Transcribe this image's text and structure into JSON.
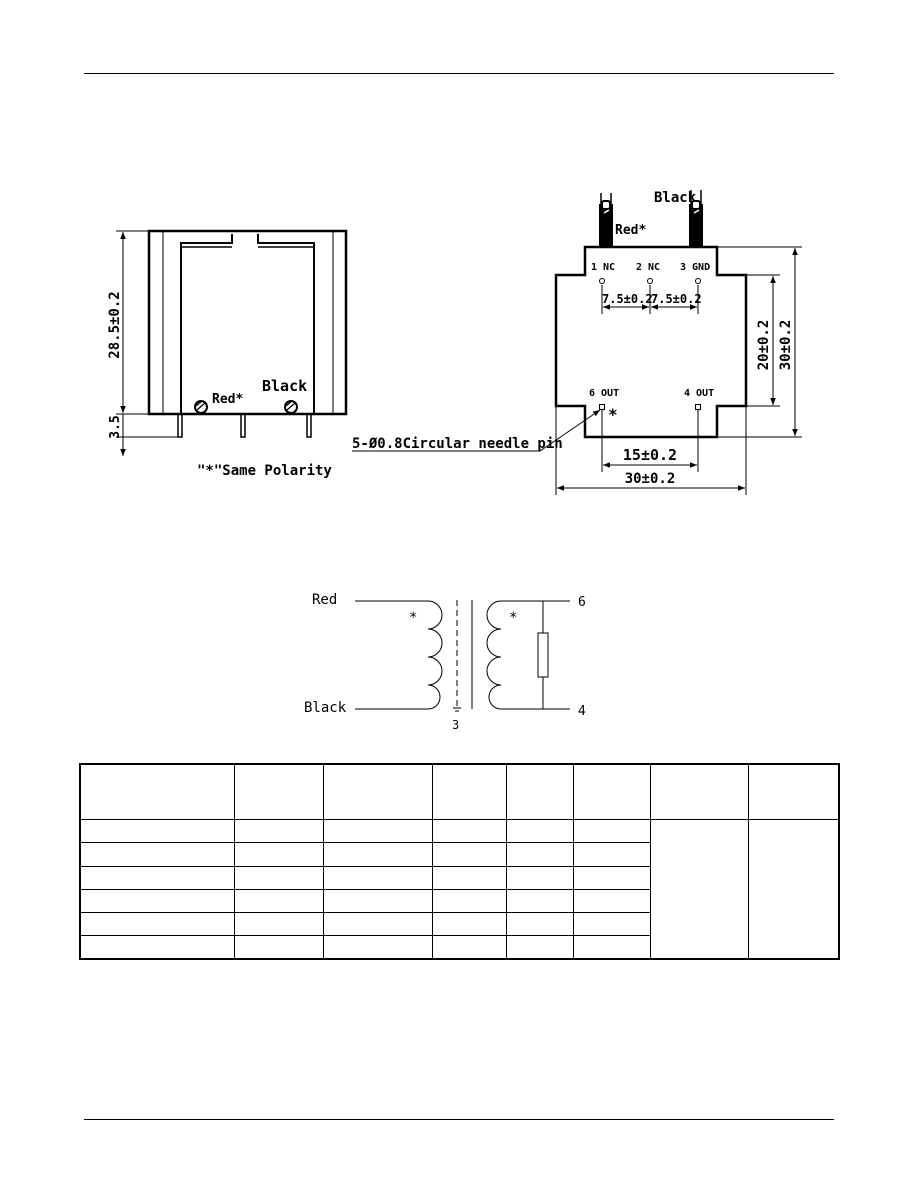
{
  "side_view": {
    "height_dim": "28.5±0.2",
    "pin_dim": "3.5",
    "red_label": "Red*",
    "black_label": "Black",
    "polarity_note": "\"*\"Same Polarity"
  },
  "top_view": {
    "black_label": "Black",
    "red_label": "Red*",
    "pins": [
      {
        "label": "1 NC"
      },
      {
        "label": "2 NC"
      },
      {
        "label": "3 GND"
      },
      {
        "label": "6 OUT"
      },
      {
        "label": "4 OUT"
      }
    ],
    "pitch_1": "7.5±0.2",
    "pitch_2": "7.5±0.2",
    "height_inner": "20±0.2",
    "height_outer": "30±0.2",
    "width_inner": "15±0.2",
    "width_outer": "30±0.2",
    "pin_callout": "5-Ø0.8Circular needle pin",
    "star": "*"
  },
  "schematic": {
    "red": "Red",
    "black": "Black",
    "pin_6": "6",
    "pin_4": "4",
    "pin_3": "3",
    "star_primary": "*",
    "star_secondary": "*"
  },
  "table": {
    "columns": [
      "",
      "",
      "",
      "",
      "",
      "",
      "",
      ""
    ],
    "rows": [
      [
        "",
        "",
        "",
        "",
        "",
        ""
      ],
      [
        "",
        "",
        "",
        "",
        "",
        ""
      ],
      [
        "",
        "",
        "",
        "",
        "",
        ""
      ],
      [
        "",
        "",
        "",
        "",
        "",
        ""
      ],
      [
        "",
        "",
        "",
        "",
        "",
        ""
      ],
      [
        "",
        "",
        "",
        "",
        "",
        ""
      ]
    ]
  }
}
